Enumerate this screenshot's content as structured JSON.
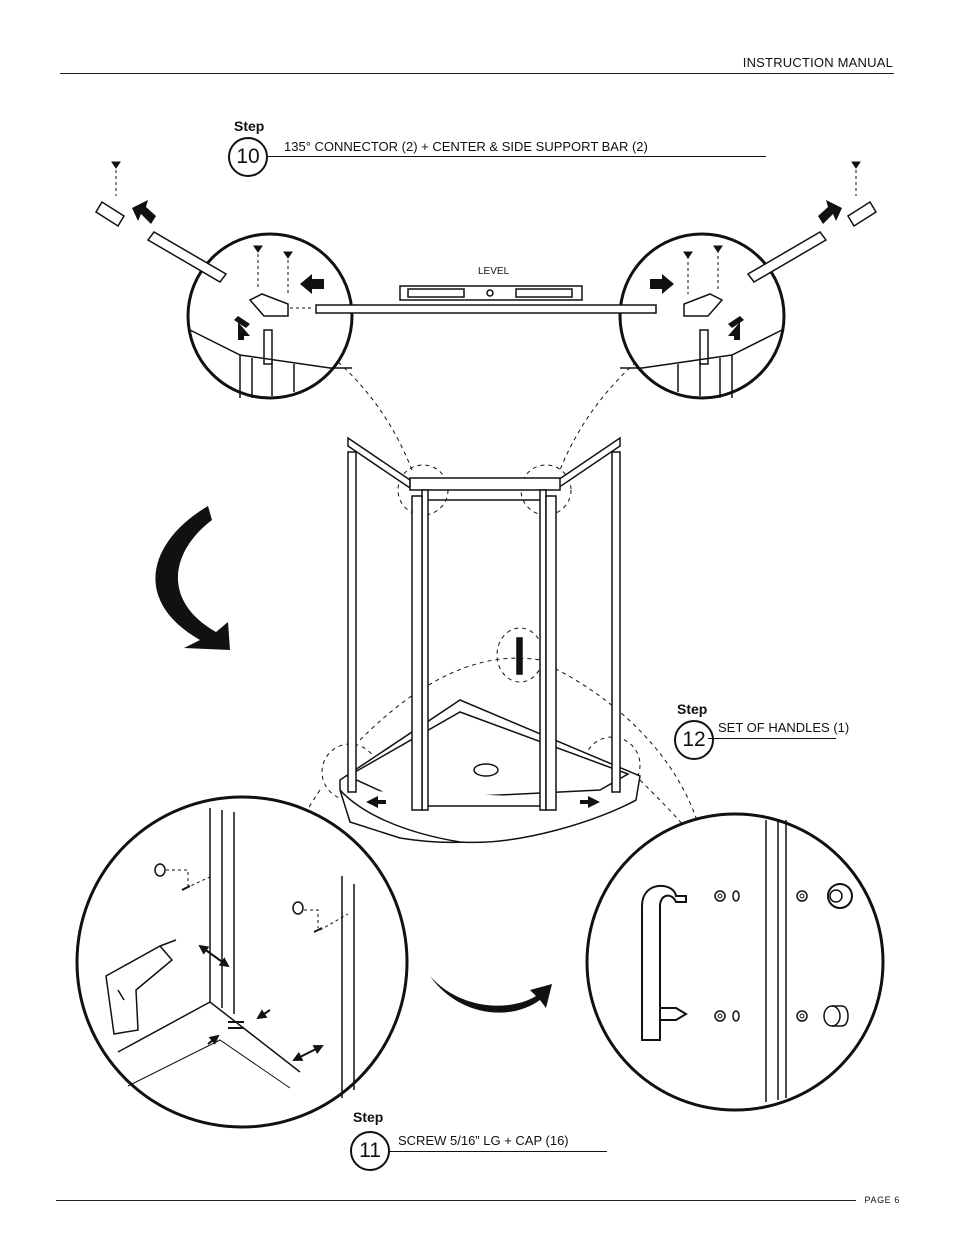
{
  "header": {
    "title": "INSTRUCTION MANUAL"
  },
  "footer": {
    "page": "PAGE 6"
  },
  "steps": [
    {
      "word": "Step",
      "number": "10",
      "caption": "135° CONNECTOR (2) + CENTER & SIDE SUPPORT BAR (2)"
    },
    {
      "word": "Step",
      "number": "11",
      "caption": "SCREW 5/16” LG + CAP (16)"
    },
    {
      "word": "Step",
      "number": "12",
      "caption": "SET OF HANDLES (1)"
    }
  ],
  "labels": {
    "level": "LEVEL"
  }
}
